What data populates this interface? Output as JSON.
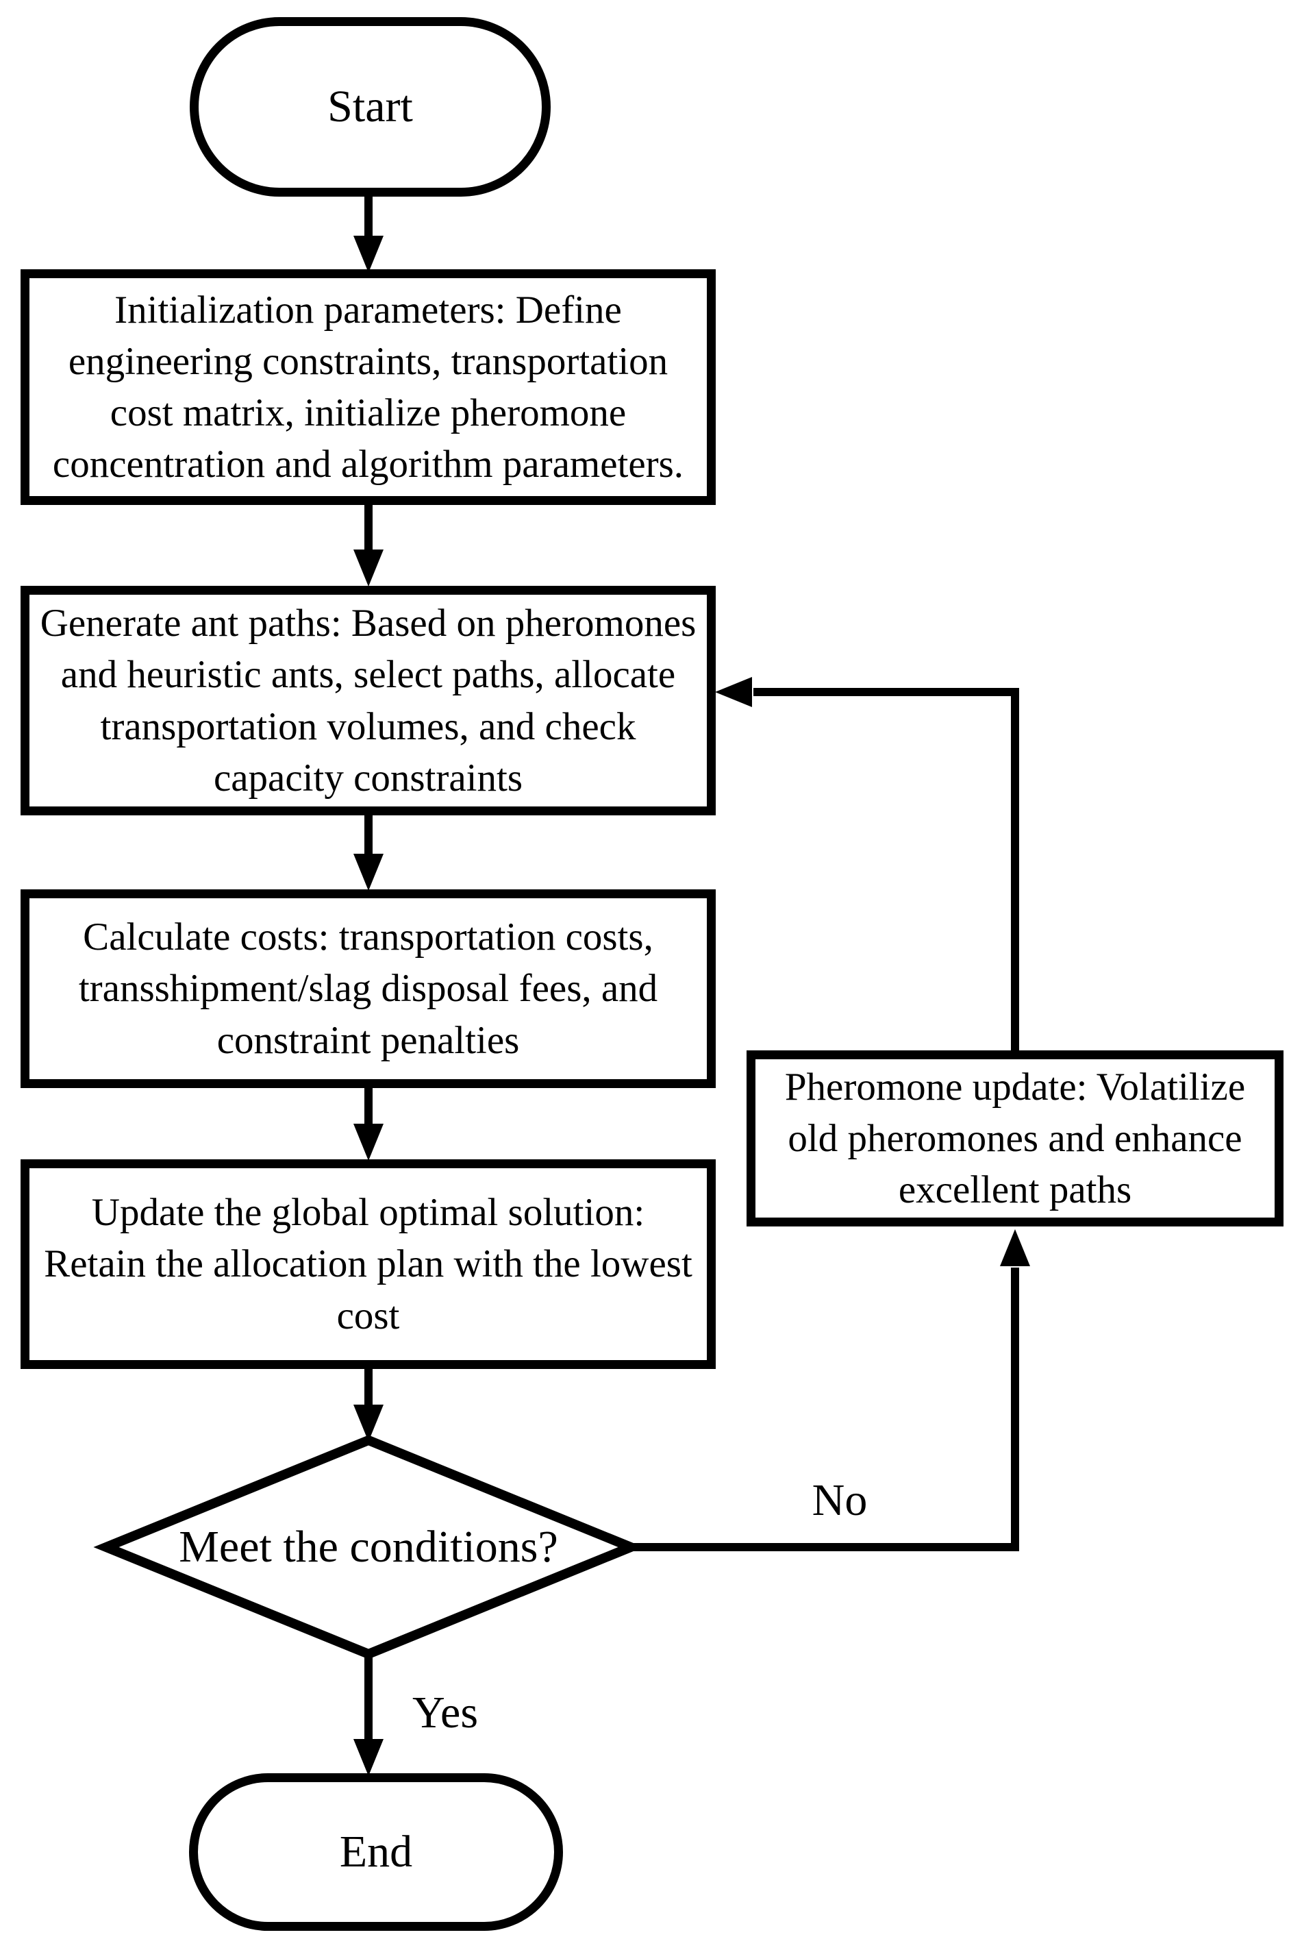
{
  "flowchart": {
    "nodes": {
      "start": {
        "type": "terminator",
        "label": "Start"
      },
      "init": {
        "type": "process",
        "lines": [
          "Initialization parameters: Define",
          "engineering constraints, transportation",
          "cost matrix, initialize pheromone",
          "concentration and algorithm parameters."
        ]
      },
      "generate": {
        "type": "process",
        "lines": [
          "Generate ant paths: Based on pheromones",
          "and heuristic ants, select paths, allocate",
          "transportation volumes, and check",
          "capacity constraints"
        ]
      },
      "calculate": {
        "type": "process",
        "lines": [
          "Calculate costs: transportation costs,",
          "transshipment/slag disposal fees, and",
          "constraint penalties"
        ]
      },
      "update": {
        "type": "process",
        "lines": [
          "Update the global optimal solution:",
          "Retain the allocation plan with the lowest",
          "cost"
        ]
      },
      "decision": {
        "type": "decision",
        "label": "Meet the conditions?"
      },
      "pheromone": {
        "type": "process",
        "lines": [
          "Pheromone update: Volatilize",
          "old pheromones and enhance",
          "excellent paths"
        ]
      },
      "end": {
        "type": "terminator",
        "label": "End"
      }
    },
    "edge_labels": {
      "yes": "Yes",
      "no": "No"
    },
    "colors": {
      "stroke": "#000000",
      "fill": "#ffffff"
    }
  }
}
